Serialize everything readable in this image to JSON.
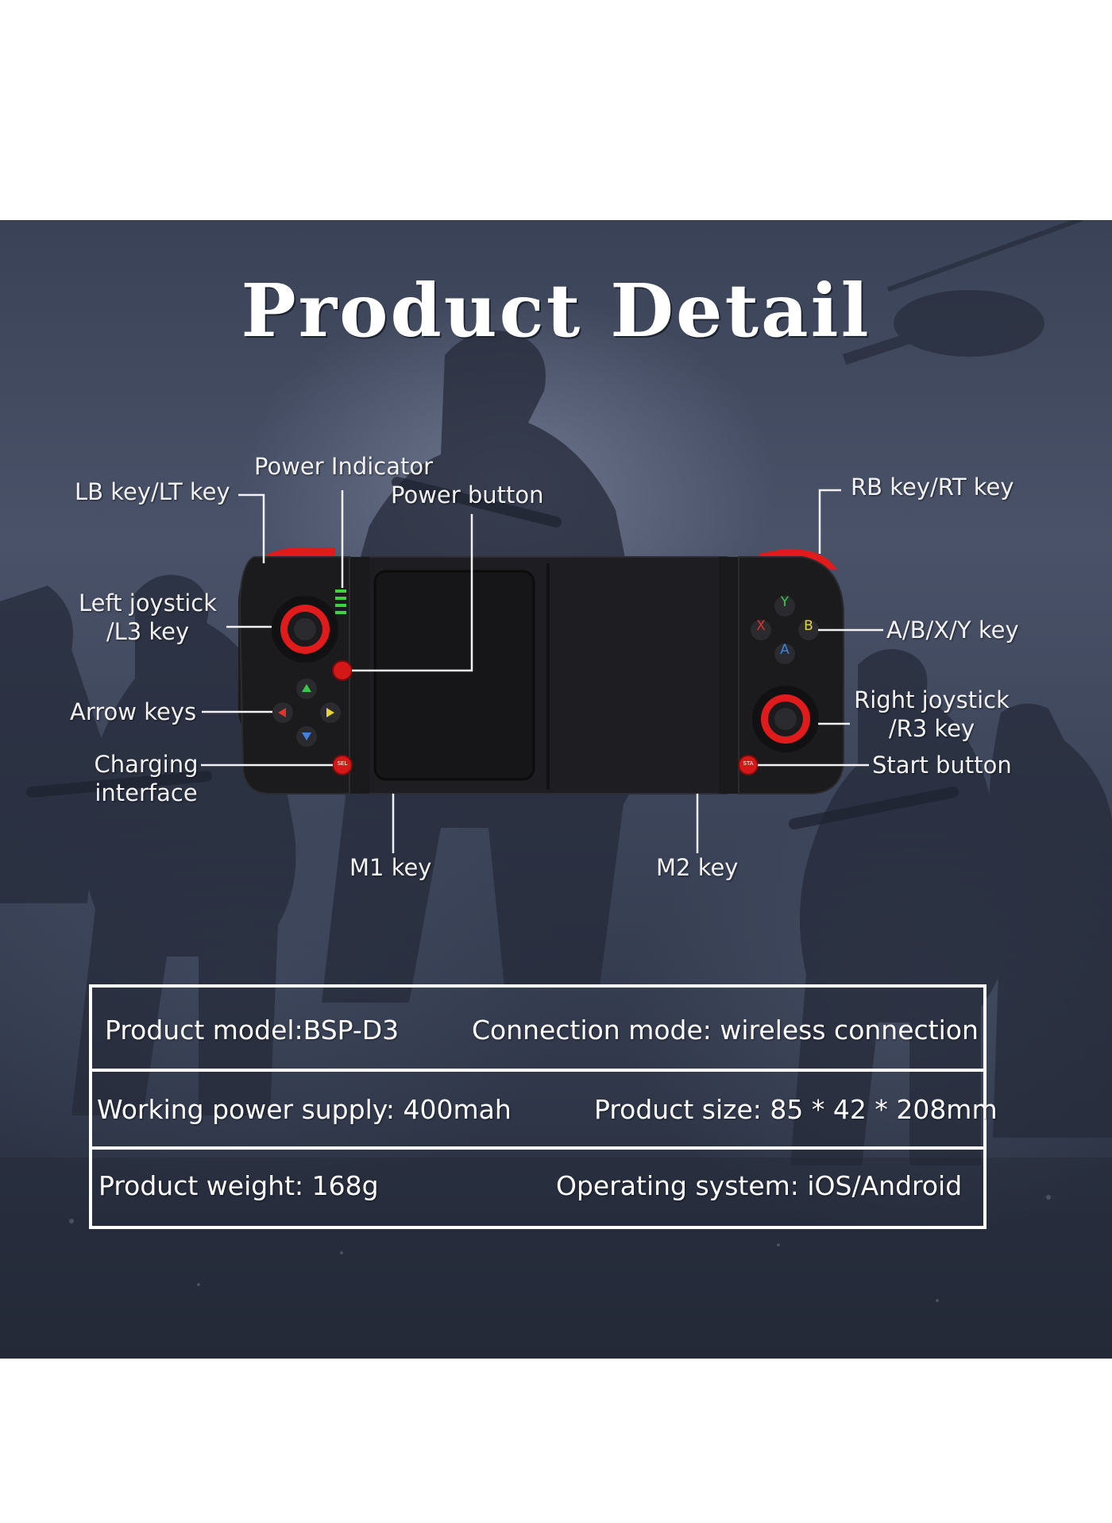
{
  "title": "Product Detail",
  "callouts": {
    "lb_key": "LB key/LT key",
    "power_indicator": "Power Indicator",
    "power_button": "Power button",
    "rb_key": "RB key/RT key",
    "left_joystick_line1": "Left joystick",
    "left_joystick_line2": "/L3 key",
    "abxy_key": "A/B/X/Y key",
    "arrow_keys": "Arrow keys",
    "right_joystick_line1": "Right joystick",
    "right_joystick_line2": "/R3 key",
    "charging_line1": "Charging",
    "charging_line2": "interface",
    "start_button": "Start button",
    "m1_key": "M1 key",
    "m2_key": "M2 key"
  },
  "controller": {
    "face_buttons": {
      "y": "Y",
      "x": "X",
      "b": "B",
      "a": "A"
    },
    "select_label": "SEL",
    "start_label": "STA",
    "accent_color": "#e01b1b",
    "body_color": "#1c1c1f"
  },
  "specs": [
    {
      "left": "Product model:BSP-D3",
      "right": "Connection mode: wireless connection"
    },
    {
      "left": "Working power supply: 400mah",
      "right": "Product size: 85 * 42 * 208mm"
    },
    {
      "left": "Product weight: 168g",
      "right": "Operating system: iOS/Android"
    }
  ]
}
